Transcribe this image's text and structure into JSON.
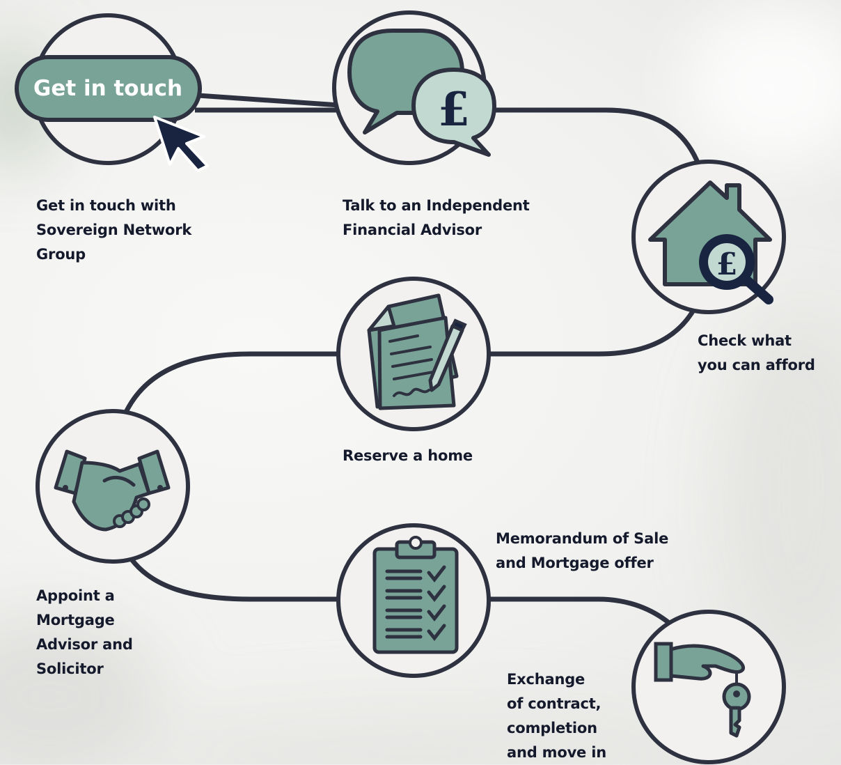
{
  "colors": {
    "accent": "#7aa398",
    "accent_light": "#c2d9d2",
    "navy": "#192540",
    "outline": "#2d3140",
    "circle_fill": "#f2f1ef",
    "text": "#141a2b"
  },
  "steps": [
    {
      "icon": "cursor-click-icon",
      "button_label": "Get in touch",
      "label": "Get in touch with\nSovereign Network\nGroup"
    },
    {
      "icon": "chat-pound-icon",
      "symbol": "£",
      "label": "Talk to an Independent\nFinancial Advisor"
    },
    {
      "icon": "house-search-icon",
      "symbol": "£",
      "label": "Check what\nyou can afford"
    },
    {
      "icon": "contract-pen-icon",
      "label": "Reserve a home"
    },
    {
      "icon": "handshake-icon",
      "label": "Appoint a\nMortgage\nAdvisor and\nSolicitor"
    },
    {
      "icon": "clipboard-checklist-icon",
      "label": "Memorandum of Sale\nand Mortgage offer"
    },
    {
      "icon": "hand-key-icon",
      "label": "Exchange\nof contract,\ncompletion\nand move in"
    }
  ]
}
